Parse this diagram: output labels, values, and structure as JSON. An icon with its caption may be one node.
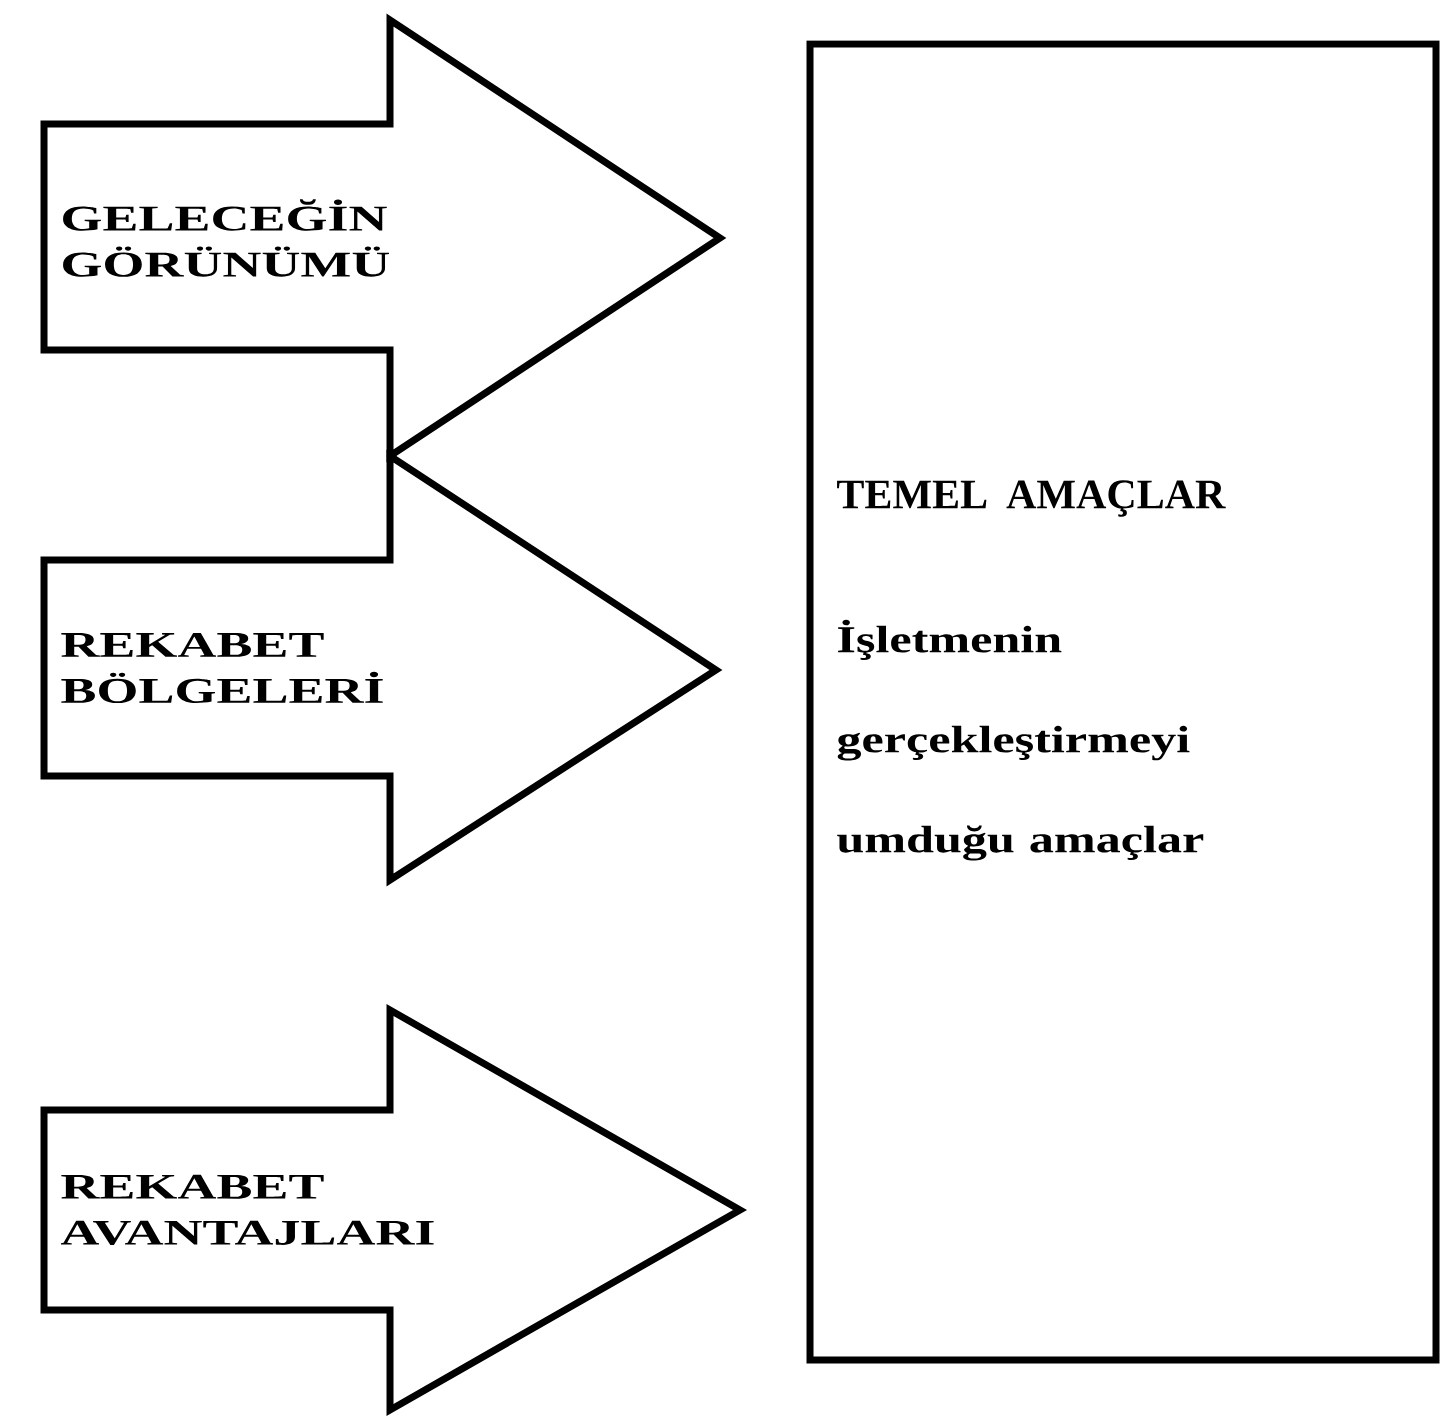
{
  "diagram": {
    "nodes": [
      {
        "text": [
          "GELECEĞİN GÖRÜNÜMÜ"
        ]
      },
      {
        "text": [
          "REKABET BÖLGELERİ"
        ]
      },
      {
        "text": [
          "REKABET AVANTAJLARI"
        ]
      },
      {
        "text": [
          "TEMEL AMAÇLAR",
          "İşletmenin gerçekleştirmeyi umduğu amaçlar"
        ]
      }
    ]
  }
}
